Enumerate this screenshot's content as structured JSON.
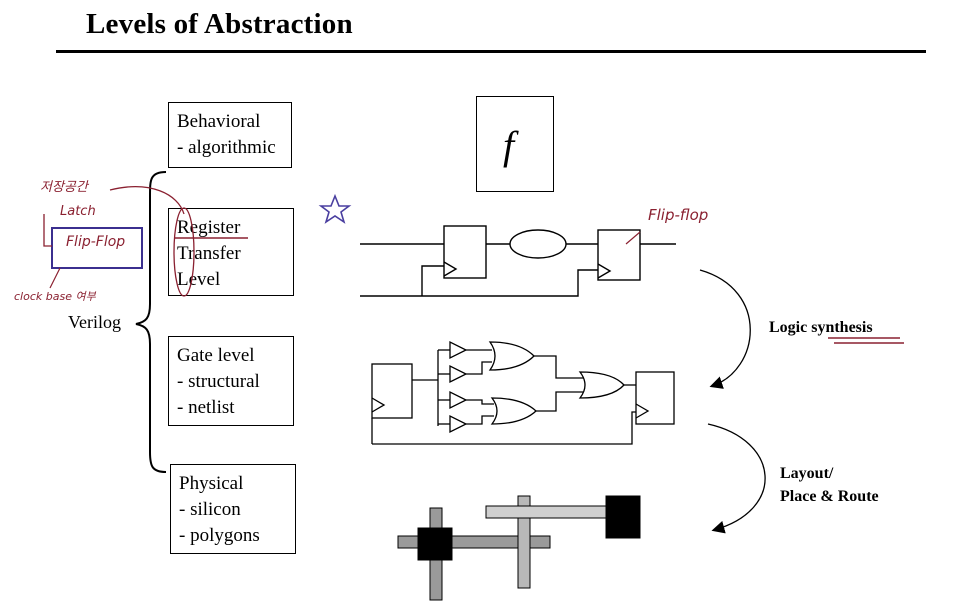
{
  "title": "Levels of Abstraction",
  "levels": {
    "behavioral": {
      "line1": "Behavioral",
      "line2": "- algorithmic"
    },
    "rtl": {
      "line1": "Register",
      "line2": "Transfer",
      "line3": "Level"
    },
    "gate": {
      "line1": "Gate level",
      "line2": "- structural",
      "line3": "- netlist"
    },
    "physical": {
      "line1": "Physical",
      "line2": "- silicon",
      "line3": "- polygons"
    }
  },
  "verilog_label": "Verilog",
  "function_symbol": "f",
  "steps": {
    "logic_synthesis_1": "Logic ",
    "logic_synthesis_2": "synthesis",
    "layout_1": "Layout/",
    "layout_2": "Place & Route"
  },
  "annotations": {
    "korean_note": "저장공간",
    "latch": "Latch",
    "flip_flop_box": "Flip-Flop",
    "clock_note": "clock base 여부",
    "flip_flop_diagram": "Flip-flop"
  },
  "colors": {
    "annotation": "#8a2030",
    "box_outline": "#3b2f8f",
    "star": "#4a3fa0"
  }
}
